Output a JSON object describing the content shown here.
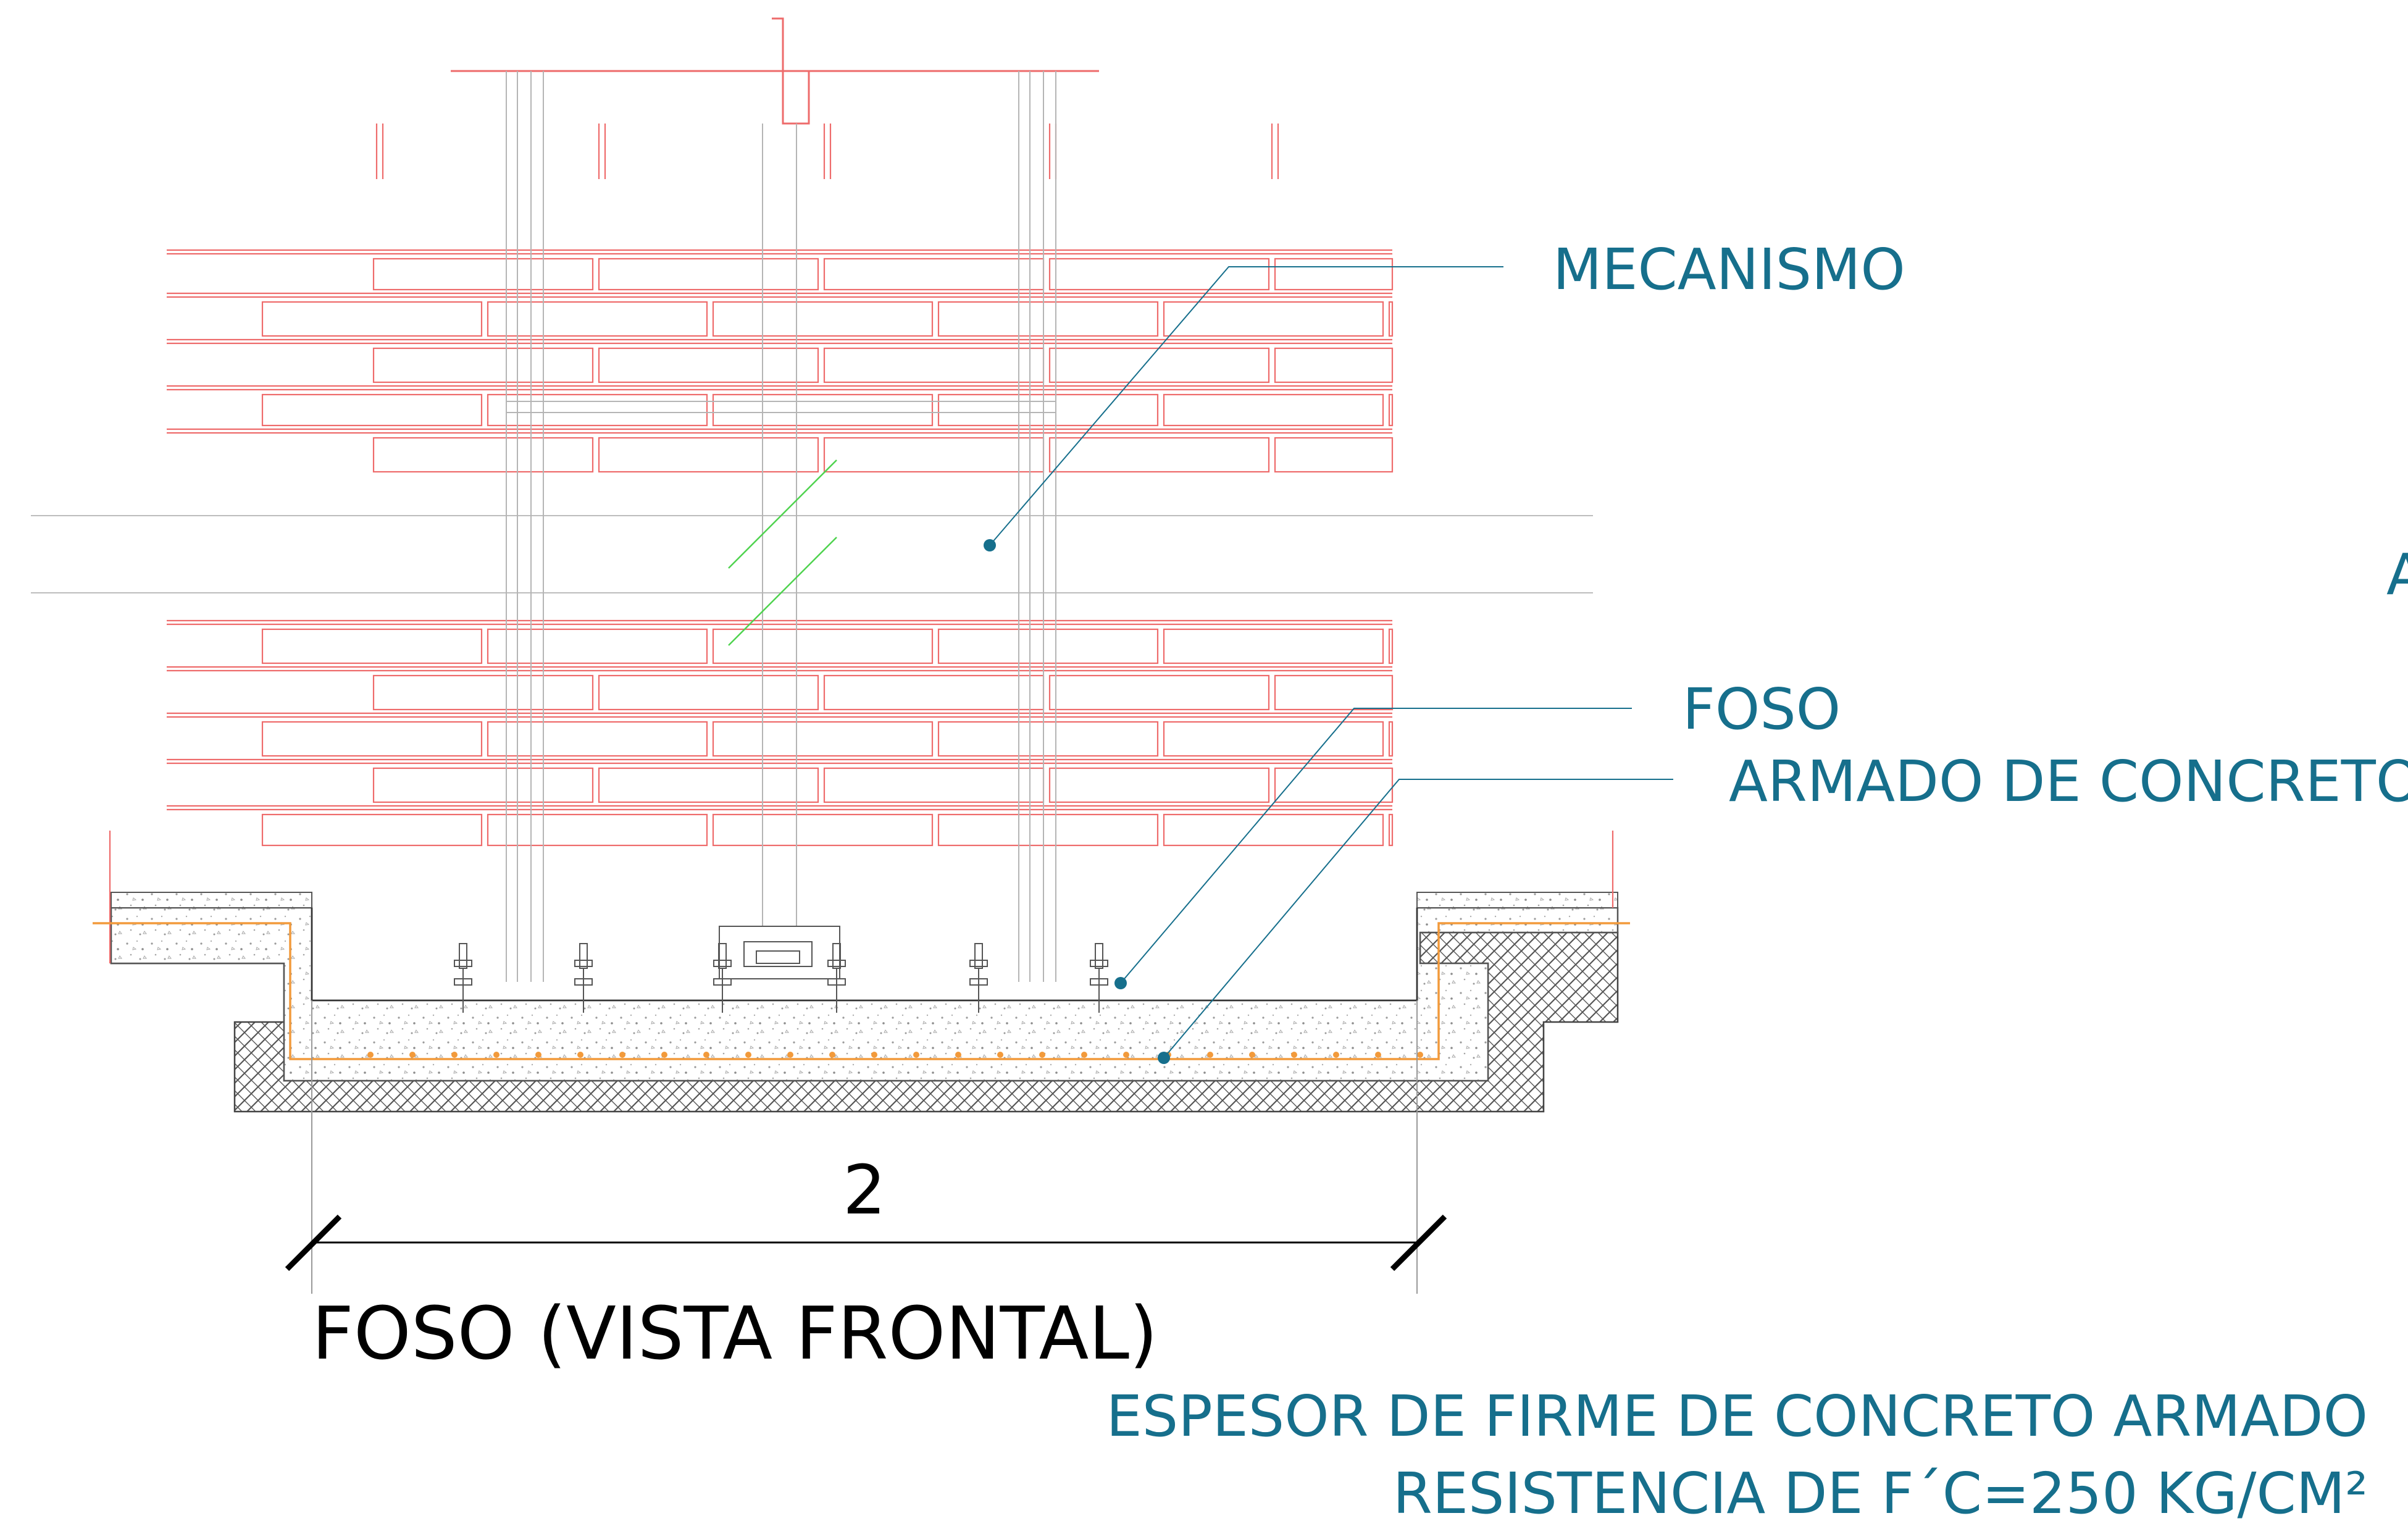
{
  "labels": {
    "mecanismo": "MECANISMO",
    "foso": "FOSO",
    "armado": "ARMADO DE CONCRETO",
    "cut_off": "A"
  },
  "dimension": {
    "value": "2"
  },
  "title": "FOSO (VISTA FRONTAL)",
  "notes": {
    "line1": "ESPESOR DE FIRME DE CONCRETO ARMADO",
    "line2": "RESISTENCIA DE F´C=250 KG/CM²"
  },
  "colors": {
    "brick": "#ee6b6b",
    "label": "#166f8c",
    "rebar": "#f29a3b",
    "concrete_outline": "#777777",
    "break_line": "#4fd34f"
  }
}
